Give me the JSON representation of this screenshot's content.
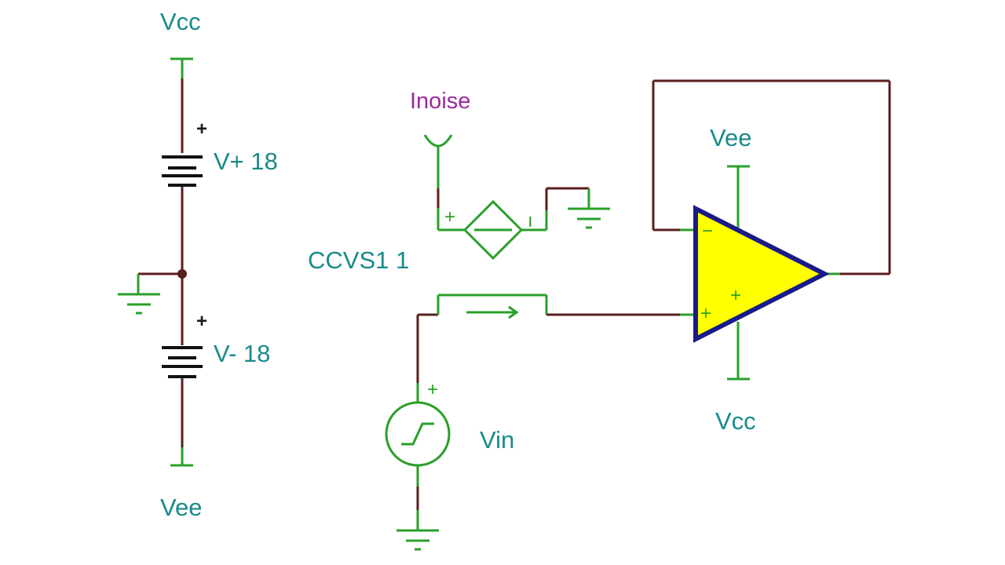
{
  "labels": {
    "vcc_top": "Vcc",
    "vee_bottom": "Vee",
    "battery_pos": "V+ 18",
    "battery_neg": "V- 18",
    "noise_meter": "Inoise",
    "ccvs": "CCVS1 1",
    "opamp_vee": "Vee",
    "opamp_vcc": "Vcc",
    "vin": "Vin"
  },
  "pins": {
    "plus": "+",
    "minus": "−",
    "ccvs_minus": "ı"
  },
  "colors": {
    "label": "#1a8a8a",
    "noise_label": "#9a2a9a",
    "wire": "#5a1e1e",
    "component": "#2aa02a",
    "opamp_fill": "#ffff00",
    "opamp_outline": "#1a1a8a"
  }
}
